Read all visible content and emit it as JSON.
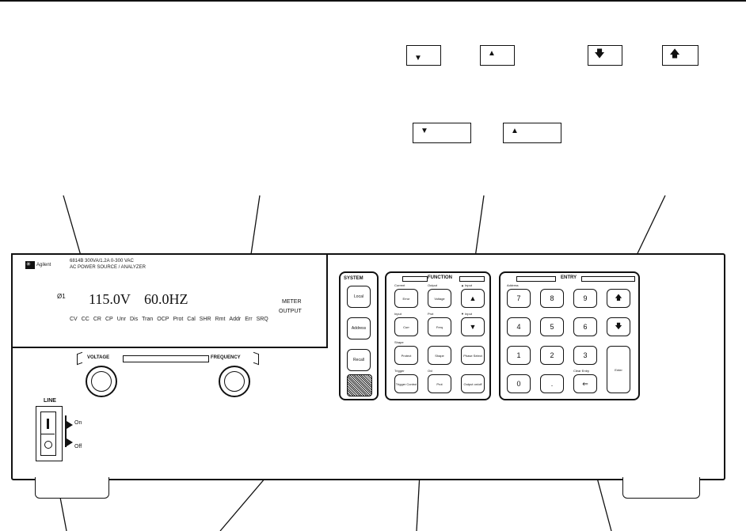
{
  "legend": {
    "key_down_small": "▼",
    "key_up_small": "▲",
    "key_down_arrow": "🡇",
    "key_up_arrow": "🡅",
    "key_down_wide": "▼",
    "key_up_wide": "▲"
  },
  "panel": {
    "logo": "Agilent",
    "model_line1": "6814B       300VA/1.2A 0-300 VAC",
    "model_line2": "AC POWER SOURCE / ANALYZER",
    "display": {
      "phase": "Ø1",
      "voltage": "115.0V",
      "frequency": "60.0HZ",
      "meter": "METER",
      "output": "OUTPUT",
      "annunciators": [
        "CV",
        "CC",
        "CR",
        "CP",
        "Unr",
        "Dis",
        "Tran",
        "OCP",
        "Prot",
        "Cal",
        "SHR",
        "Rmt",
        "Addr",
        "Err",
        "SRQ"
      ]
    },
    "knobs": {
      "voltage_label": "VOLTAGE",
      "frequency_label": "FREQUENCY"
    },
    "line": {
      "label": "LINE",
      "on": "On",
      "off": "Off"
    },
    "system": {
      "title": "SYSTEM",
      "keys": [
        "Local",
        "Address",
        "Recall"
      ]
    },
    "function": {
      "title": "FUNCTION",
      "rows": [
        [
          {
            "t": "Current",
            "k": "Error"
          },
          {
            "t": "Output",
            "k": "Voltage"
          },
          {
            "t": "▲ Input",
            "k": "▲"
          }
        ],
        [
          {
            "t": "Input",
            "k": "Curr"
          },
          {
            "t": "Prot",
            "k": "Freq"
          },
          {
            "t": "▼ Input",
            "k": "▼"
          }
        ],
        [
          {
            "t": "Shape",
            "k": "Protect"
          },
          {
            "t": "",
            "k": "Shape"
          },
          {
            "t": "",
            "k": "Phase Select"
          }
        ],
        [
          {
            "t": "Trigger",
            "k": "Trigger Control"
          },
          {
            "t": "Ovl",
            "k": "Prot"
          },
          {
            "t": "",
            "k": "Output on/off"
          }
        ]
      ]
    },
    "entry": {
      "title": "ENTRY",
      "rows": [
        [
          {
            "t": "Address",
            "k": "7"
          },
          {
            "t": "",
            "k": "8"
          },
          {
            "t": "",
            "k": "9"
          },
          {
            "t": "",
            "k": "🡅"
          }
        ],
        [
          {
            "t": "",
            "k": "4"
          },
          {
            "t": "",
            "k": "5"
          },
          {
            "t": "",
            "k": "6"
          },
          {
            "t": "",
            "k": "🡇"
          }
        ],
        [
          {
            "t": "",
            "k": "1"
          },
          {
            "t": "",
            "k": "2"
          },
          {
            "t": "",
            "k": "3"
          },
          {
            "t": "",
            "k": "Enter"
          }
        ],
        [
          {
            "t": "",
            "k": "0"
          },
          {
            "t": "",
            "k": "."
          },
          {
            "t": "Clear Entry",
            "k": "⇐"
          },
          {
            "t": "",
            "k": ""
          }
        ]
      ]
    }
  }
}
